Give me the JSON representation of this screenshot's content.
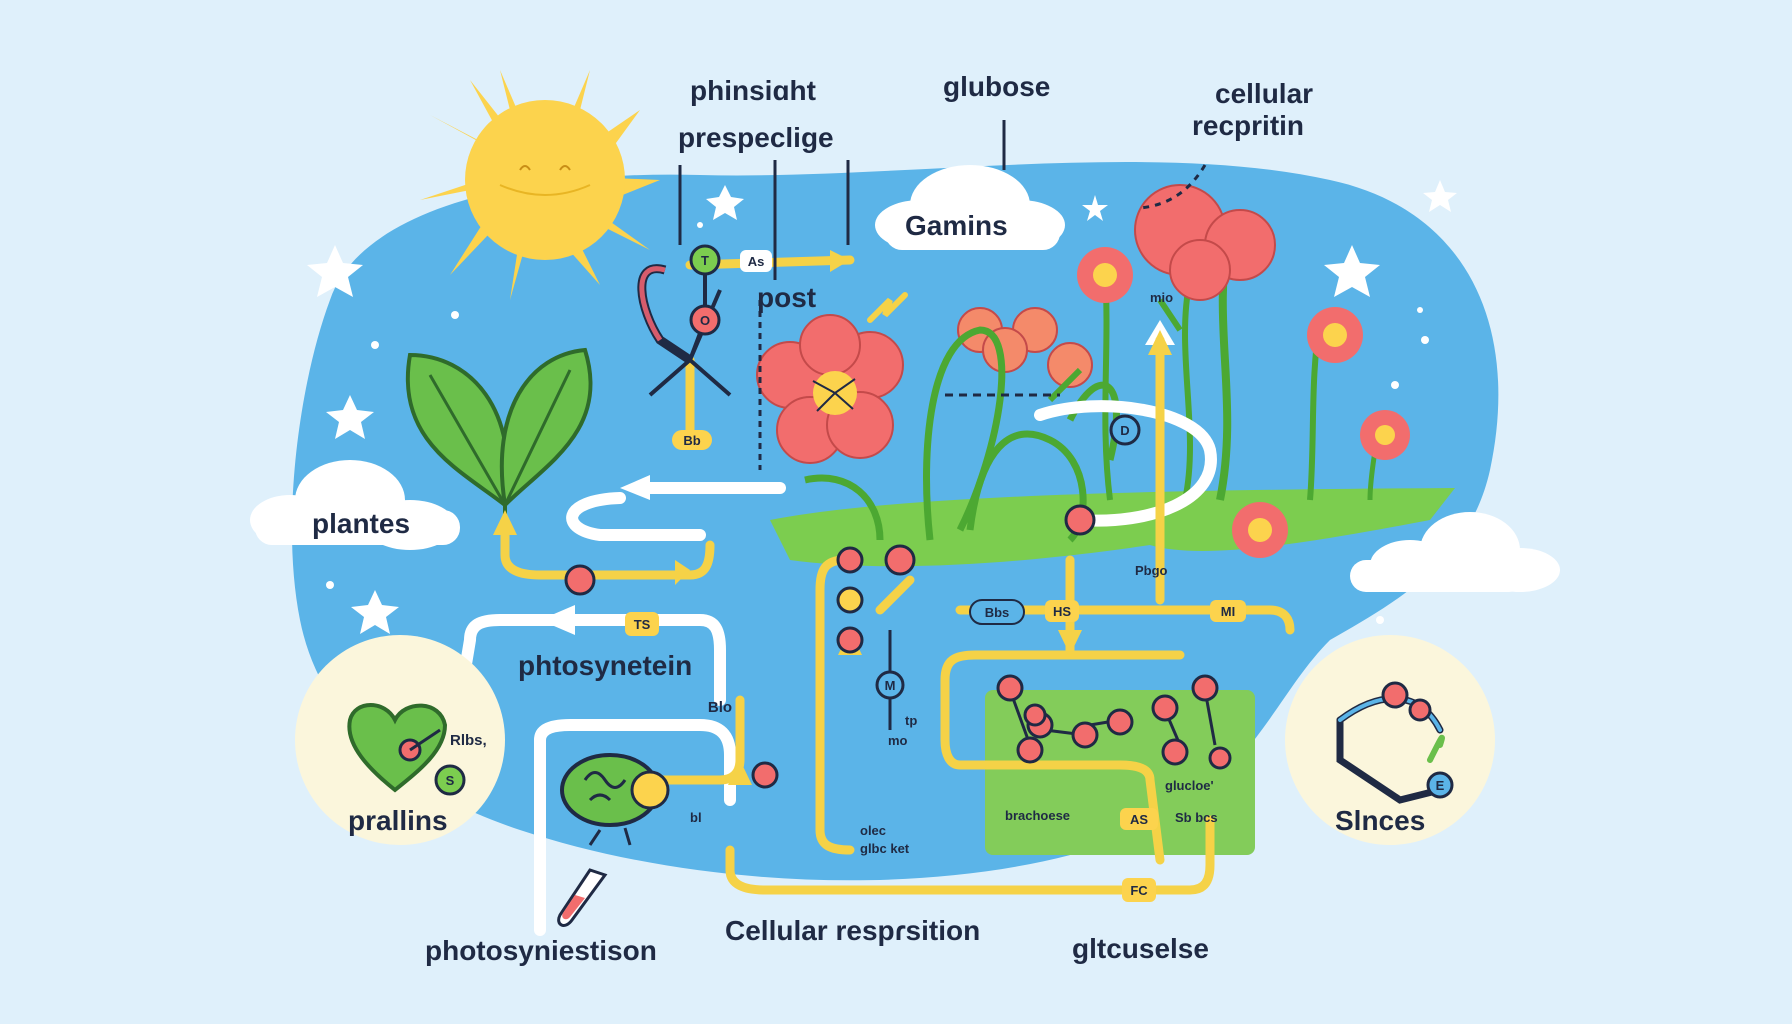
{
  "labels": {
    "top_phinsight": "phinsiɑht",
    "top_prespeclige": "prespeclige",
    "top_glubose": "glubose",
    "top_cellular": "cellular",
    "top_recpritin": "recpritin",
    "cloud_gamins": "Gamins",
    "post": "post",
    "cloud_plantes": "plantes",
    "photosynetein": "phtosynetein",
    "circle_left": "prallins",
    "circle_right": "Slnces",
    "bottom_photosynie": "photosyniestison",
    "bottom_cellular": "Cellular respɾsition",
    "bottom_glucuselse": "gltcuselse"
  },
  "small_labels": {
    "as_top": "As",
    "bb": "Bb",
    "mio": "mio",
    "pbgo": "Pbgo",
    "ts": "TS",
    "blo": "Blo",
    "bbs": "Bbs",
    "hs": "HS",
    "mi": "MI",
    "rlbs": "Rlbs,",
    "glucose_side": "glucloe'",
    "brachoese": "brachoese",
    "as_bottom": "AS",
    "sbbcs": "Sb bcs",
    "bl": "bl",
    "olec": "olec",
    "glbc": "glbc ket",
    "fc": "FC",
    "mo": "mo",
    "tp": "tp"
  },
  "badges": {
    "t": "T",
    "o": "O",
    "d": "D",
    "s": "S",
    "m": "M",
    "e": "E"
  },
  "colors": {
    "background": "#dff0fb",
    "blob": "#5bb4e8",
    "sun": "#fcd34d",
    "leaf": "#6abf4b",
    "flower": "#f26d6d",
    "arrow_yellow": "#f5d247",
    "arrow_white": "#ffffff",
    "ground": "#7ccd4f",
    "panel": "#83cc5a",
    "circle_fill": "#fbf6dc",
    "text": "#1f2a44"
  }
}
